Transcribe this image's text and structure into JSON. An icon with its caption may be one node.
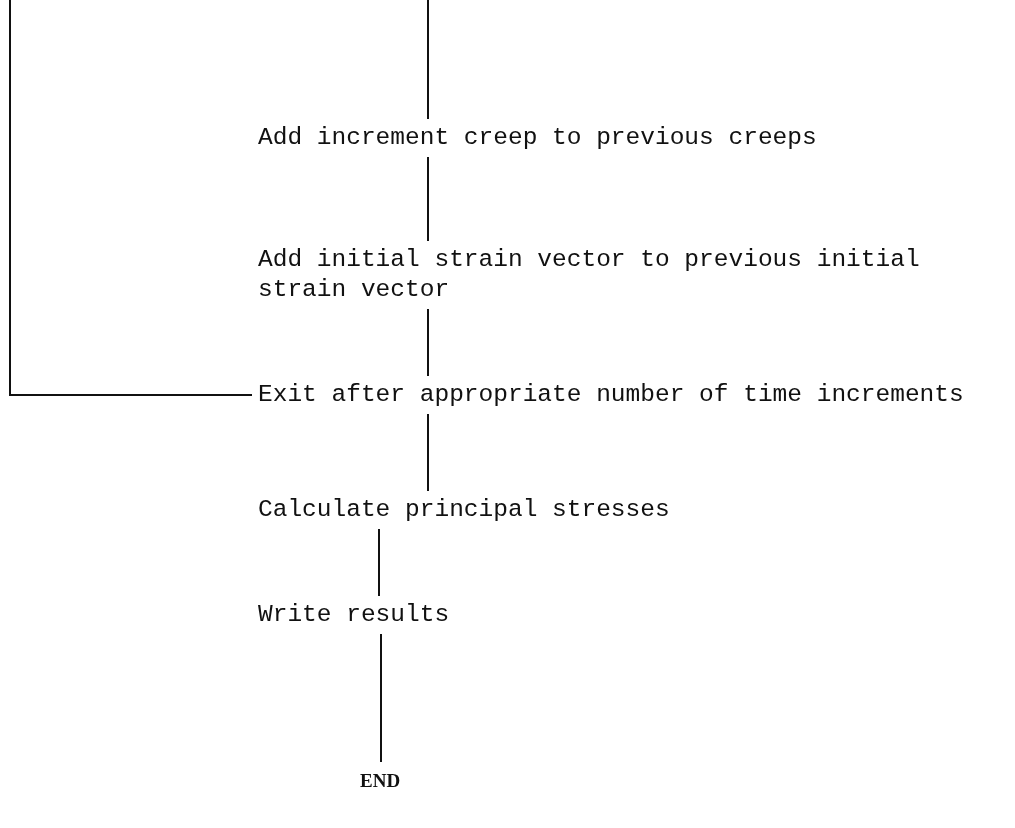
{
  "diagram": {
    "nodes": [
      {
        "text": [
          "Add increment creep to previous creeps"
        ]
      },
      {
        "text": [
          "Add initial strain vector to previous initial strain vector"
        ]
      },
      {
        "text": [
          "Exit after appropriate number of time increments"
        ]
      },
      {
        "text": [
          "Calculate principal stresses"
        ]
      },
      {
        "text": [
          "Write results"
        ]
      },
      {
        "text": [
          "END"
        ]
      }
    ],
    "edges": [
      {
        "from": null,
        "to": 0,
        "arrow": "none"
      },
      {
        "from": 0,
        "to": 1,
        "arrow": "none"
      },
      {
        "from": 1,
        "to": 2,
        "arrow": "none"
      },
      {
        "from": 2,
        "to": 3,
        "arrow": "none"
      },
      {
        "from": 3,
        "to": 4,
        "arrow": "none"
      },
      {
        "from": 4,
        "to": 5,
        "arrow": "none"
      },
      {
        "from": 2,
        "to": null,
        "arrow": "none"
      }
    ]
  }
}
